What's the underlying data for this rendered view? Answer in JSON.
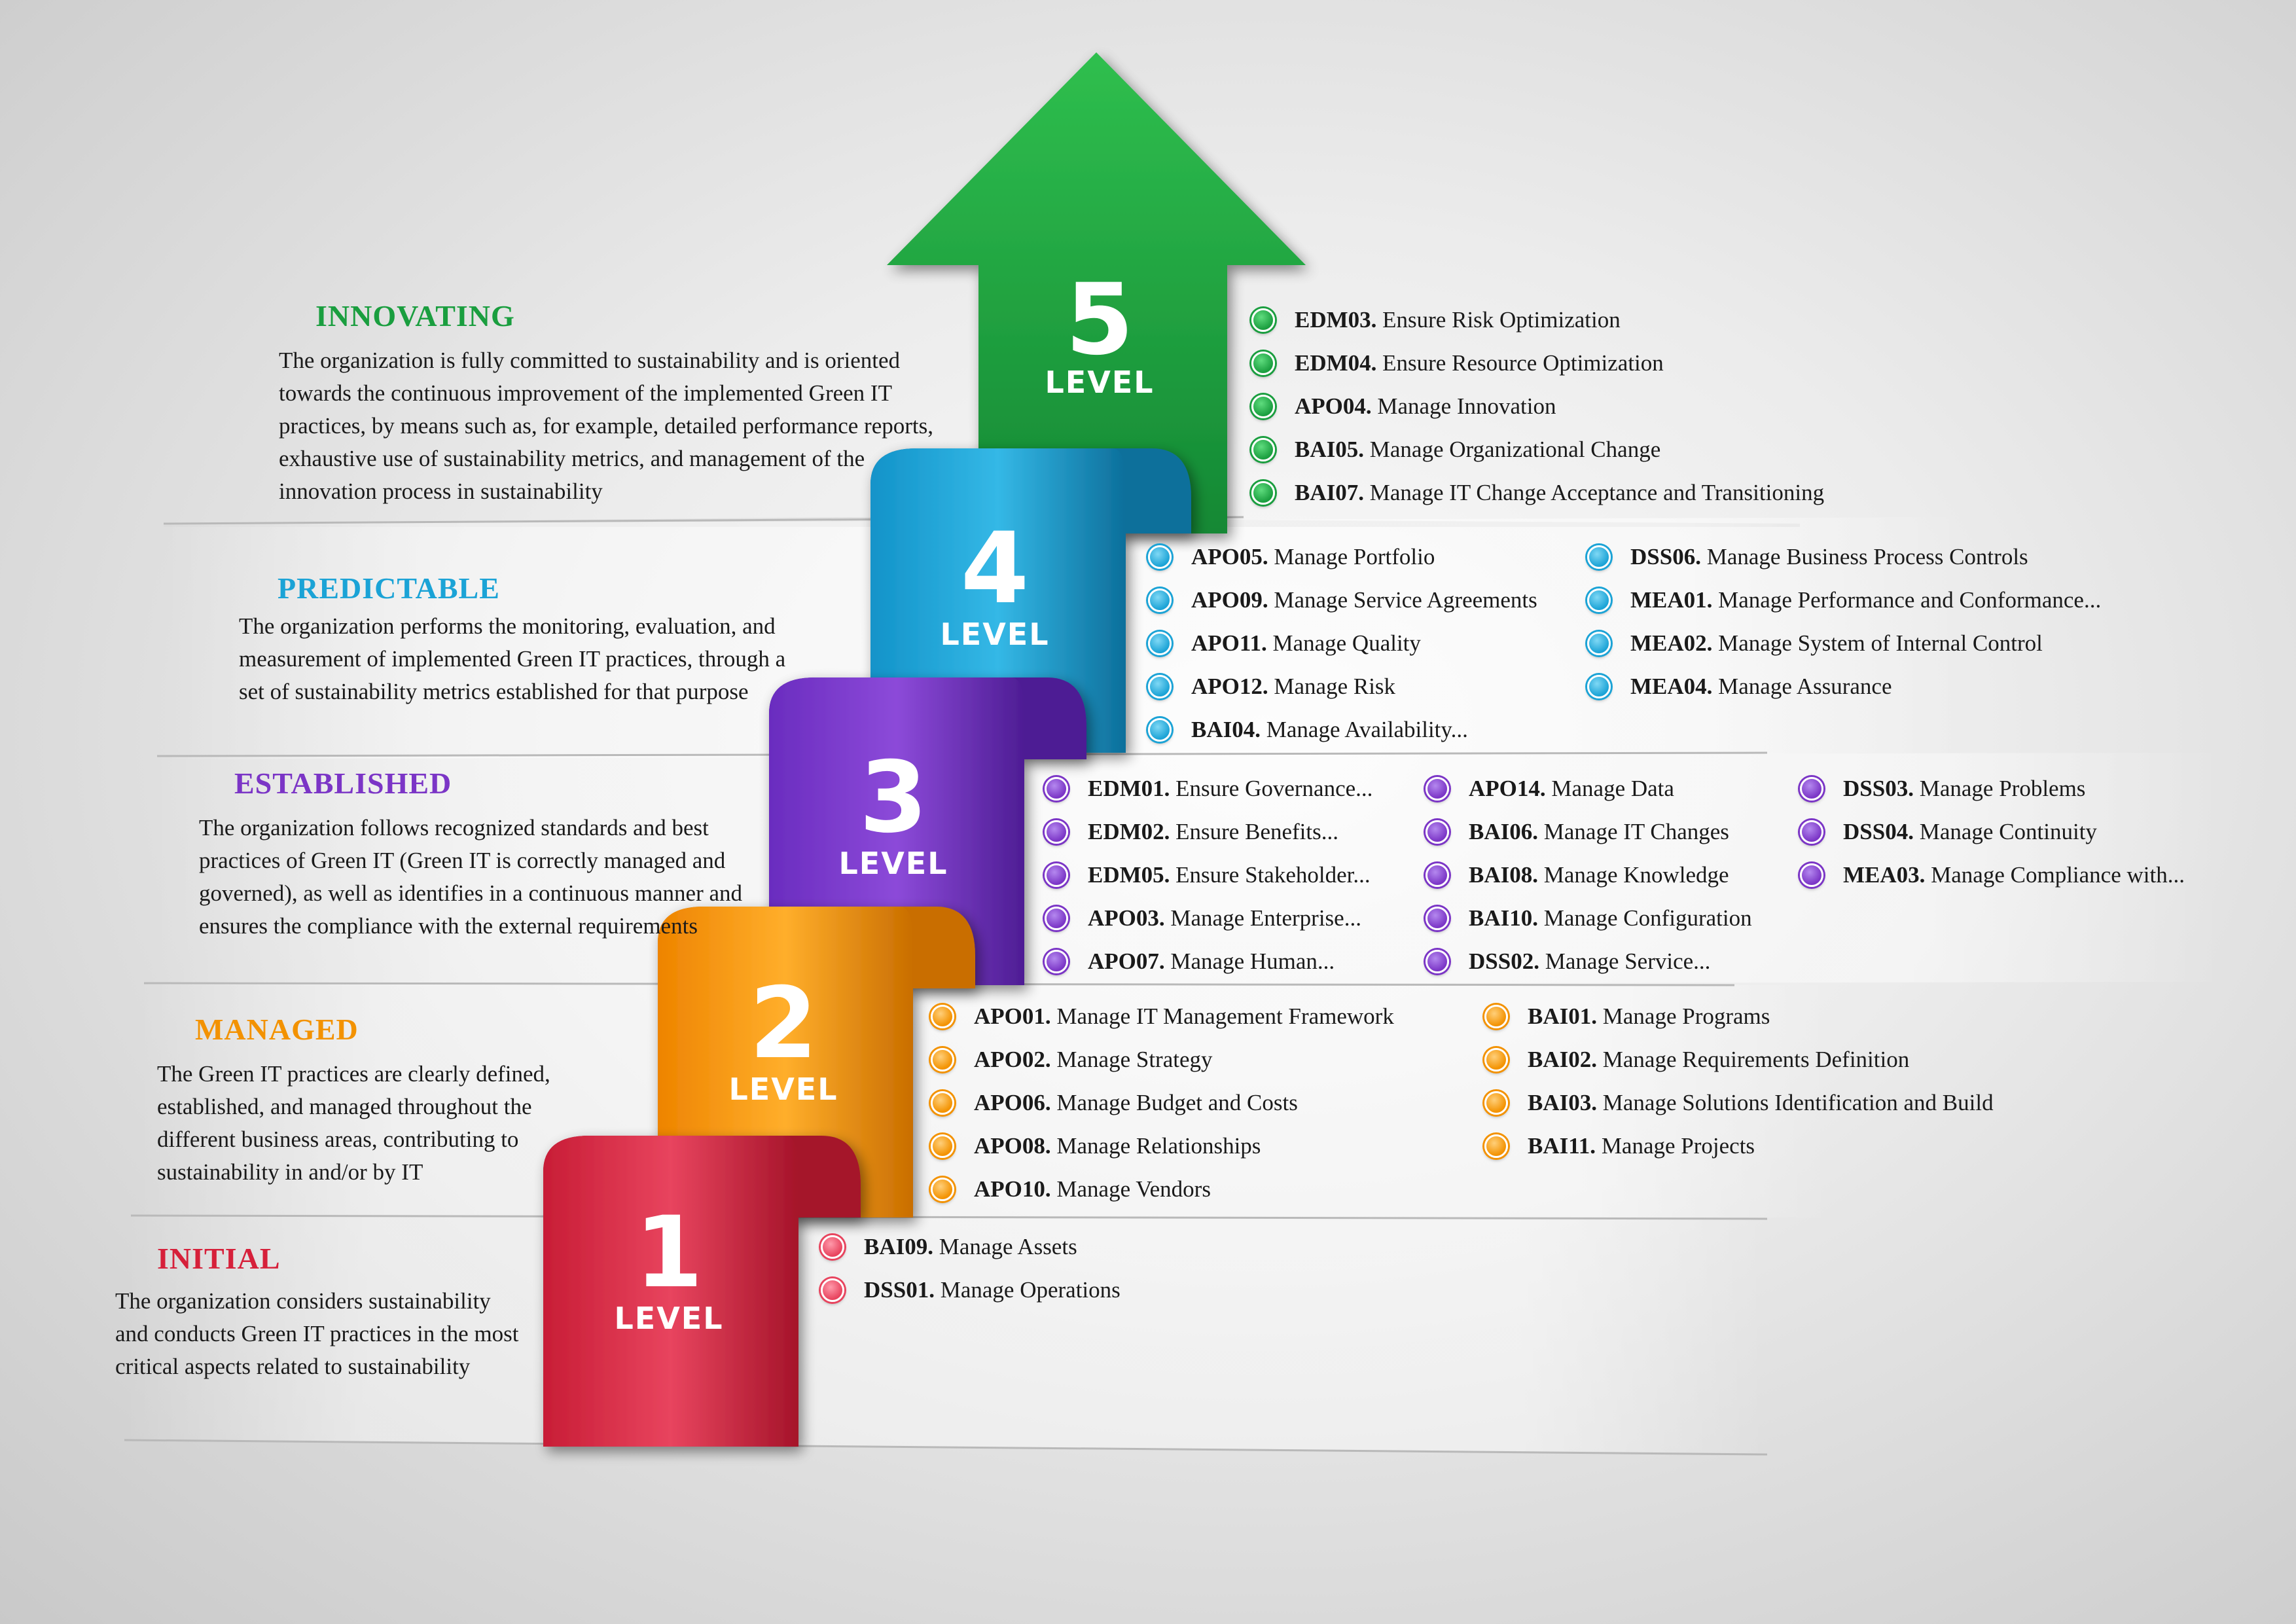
{
  "level_word": "LEVEL",
  "levels": [
    {
      "number": "1",
      "title": "INITIAL",
      "color": "#d6203a",
      "description": "The organization considers sustainability and conducts Green IT practices in the most critical aspects related to sustainability",
      "columns": [
        [
          {
            "code": "BAI09.",
            "name": "Manage Assets"
          },
          {
            "code": "DSS01.",
            "name": "Manage Operations"
          }
        ]
      ]
    },
    {
      "number": "2",
      "title": "MANAGED",
      "color": "#f39200",
      "description": "The Green IT practices are clearly defined, established, and managed throughout the different business areas, contributing to sustainability in and/or by IT",
      "columns": [
        [
          {
            "code": "APO01.",
            "name": "Manage IT Management Framework"
          },
          {
            "code": "APO02.",
            "name": "Manage Strategy"
          },
          {
            "code": "APO06.",
            "name": "Manage Budget and Costs"
          },
          {
            "code": "APO08.",
            "name": "Manage Relationships"
          },
          {
            "code": "APO10.",
            "name": "Manage Vendors"
          }
        ],
        [
          {
            "code": "BAI01.",
            "name": "Manage Programs"
          },
          {
            "code": "BAI02.",
            "name": "Manage Requirements Definition"
          },
          {
            "code": "BAI03.",
            "name": "Manage Solutions Identification and Build"
          },
          {
            "code": "BAI11.",
            "name": "Manage Projects"
          }
        ]
      ]
    },
    {
      "number": "3",
      "title": "ESTABLISHED",
      "color": "#7b35c6",
      "description": "The organization follows recognized standards and best practices of Green IT (Green IT is correctly managed and governed), as well as identifies in a continuous manner and ensures the compliance with the external requirements",
      "columns": [
        [
          {
            "code": "EDM01.",
            "name": "Ensure Governance..."
          },
          {
            "code": "EDM02.",
            "name": "Ensure Benefits..."
          },
          {
            "code": "EDM05.",
            "name": "Ensure Stakeholder..."
          },
          {
            "code": "APO03.",
            "name": "Manage Enterprise..."
          },
          {
            "code": "APO07.",
            "name": "Manage Human..."
          }
        ],
        [
          {
            "code": "APO14.",
            "name": "Manage Data"
          },
          {
            "code": "BAI06.",
            "name": "Manage IT Changes"
          },
          {
            "code": "BAI08.",
            "name": "Manage Knowledge"
          },
          {
            "code": "BAI10.",
            "name": "Manage Configuration"
          },
          {
            "code": "DSS02.",
            "name": "Manage Service..."
          }
        ],
        [
          {
            "code": "DSS03.",
            "name": "Manage Problems"
          },
          {
            "code": "DSS04.",
            "name": "Manage Continuity"
          },
          {
            "code": "MEA03.",
            "name": "Manage Compliance with..."
          }
        ]
      ]
    },
    {
      "number": "4",
      "title": "PREDICTABLE",
      "color": "#1ba3d6",
      "description": "The organization performs the monitoring, evaluation, and measurement of implemented Green IT practices, through a set of sustainability metrics established for that purpose",
      "columns": [
        [
          {
            "code": "APO05.",
            "name": "Manage Portfolio"
          },
          {
            "code": "APO09.",
            "name": "Manage Service Agreements"
          },
          {
            "code": "APO11.",
            "name": "Manage Quality"
          },
          {
            "code": "APO12.",
            "name": "Manage Risk"
          },
          {
            "code": "BAI04.",
            "name": "Manage Availability..."
          }
        ],
        [
          {
            "code": "DSS06.",
            "name": "Manage Business Process Controls"
          },
          {
            "code": "MEA01.",
            "name": "Manage Performance and Conformance..."
          },
          {
            "code": "MEA02.",
            "name": "Manage System of Internal Control"
          },
          {
            "code": "MEA04.",
            "name": "Manage Assurance"
          }
        ]
      ]
    },
    {
      "number": "5",
      "title": "INNOVATING",
      "color": "#1a9e3f",
      "description": "The organization is fully committed to sustainability and is oriented towards the continuous improvement of the implemented Green IT practices, by means such as, for example, detailed performance reports, exhaustive use of sustainability metrics, and management of the innovation process in sustainability",
      "columns": [
        [
          {
            "code": "EDM03.",
            "name": "Ensure Risk Optimization"
          },
          {
            "code": "EDM04.",
            "name": "Ensure Resource Optimization"
          },
          {
            "code": "APO04.",
            "name": "Manage Innovation"
          },
          {
            "code": "BAI05.",
            "name": "Manage Organizational Change"
          },
          {
            "code": "BAI07.",
            "name": "Manage IT Change Acceptance and Transitioning"
          }
        ]
      ]
    }
  ]
}
